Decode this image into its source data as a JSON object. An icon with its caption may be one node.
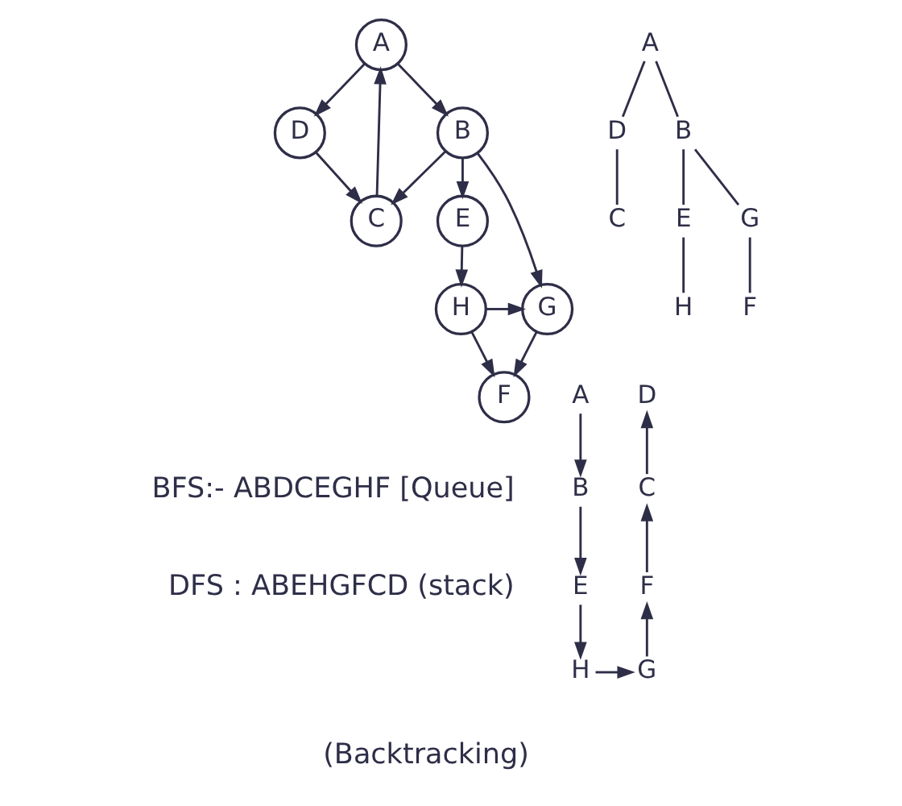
{
  "diagram": {
    "nodes": [
      {
        "text": [
          "A"
        ]
      },
      {
        "text": [
          "D"
        ]
      },
      {
        "text": [
          "B"
        ]
      },
      {
        "text": [
          "C"
        ]
      },
      {
        "text": [
          "E"
        ]
      },
      {
        "text": [
          "H"
        ]
      },
      {
        "text": [
          "G"
        ]
      },
      {
        "text": [
          "F"
        ]
      },
      {
        "text": [
          "A"
        ]
      },
      {
        "text": [
          "D"
        ]
      },
      {
        "text": [
          "B"
        ]
      },
      {
        "text": [
          "C"
        ]
      },
      {
        "text": [
          "E"
        ]
      },
      {
        "text": [
          "G"
        ]
      },
      {
        "text": [
          "H"
        ]
      },
      {
        "text": [
          "F"
        ]
      },
      {
        "text": [
          "A"
        ]
      },
      {
        "text": [
          "D"
        ]
      },
      {
        "text": [
          "B"
        ]
      },
      {
        "text": [
          "C"
        ]
      },
      {
        "text": [
          "E"
        ]
      },
      {
        "text": [
          "F"
        ]
      },
      {
        "text": [
          "H"
        ]
      },
      {
        "text": [
          "G"
        ]
      }
    ],
    "edges": [
      {
        "from": 0,
        "to": 1,
        "arrow": "to"
      },
      {
        "from": 0,
        "to": 2,
        "arrow": "to"
      },
      {
        "from": 3,
        "to": 0,
        "arrow": "to"
      },
      {
        "from": 1,
        "to": 3,
        "arrow": "to"
      },
      {
        "from": 2,
        "to": 3,
        "arrow": "to"
      },
      {
        "from": 2,
        "to": 4,
        "arrow": "to"
      },
      {
        "from": 2,
        "to": 6,
        "arrow": "to"
      },
      {
        "from": 4,
        "to": 5,
        "arrow": "to"
      },
      {
        "from": 5,
        "to": 6,
        "arrow": "to"
      },
      {
        "from": 5,
        "to": 7,
        "arrow": "to"
      },
      {
        "from": 6,
        "to": 7,
        "arrow": "to"
      },
      {
        "from": 8,
        "to": 9,
        "arrow": "none"
      },
      {
        "from": 8,
        "to": 10,
        "arrow": "none"
      },
      {
        "from": 9,
        "to": 11,
        "arrow": "none"
      },
      {
        "from": 10,
        "to": 12,
        "arrow": "none"
      },
      {
        "from": 10,
        "to": 13,
        "arrow": "none"
      },
      {
        "from": 12,
        "to": 14,
        "arrow": "none"
      },
      {
        "from": 13,
        "to": 15,
        "arrow": "none"
      },
      {
        "from": 16,
        "to": 18,
        "arrow": "to"
      },
      {
        "from": 18,
        "to": 20,
        "arrow": "to"
      },
      {
        "from": 20,
        "to": 22,
        "arrow": "to"
      },
      {
        "from": 22,
        "to": 23,
        "arrow": "to"
      },
      {
        "from": 23,
        "to": 21,
        "arrow": "to"
      },
      {
        "from": 21,
        "to": 19,
        "arrow": "to"
      },
      {
        "from": 19,
        "to": 17,
        "arrow": "to"
      }
    ],
    "labels": [
      "BFS:- ABDCEGHF [Queue]",
      "DFS : ABEHGFCD (stack)",
      "(Backtracking)"
    ]
  }
}
